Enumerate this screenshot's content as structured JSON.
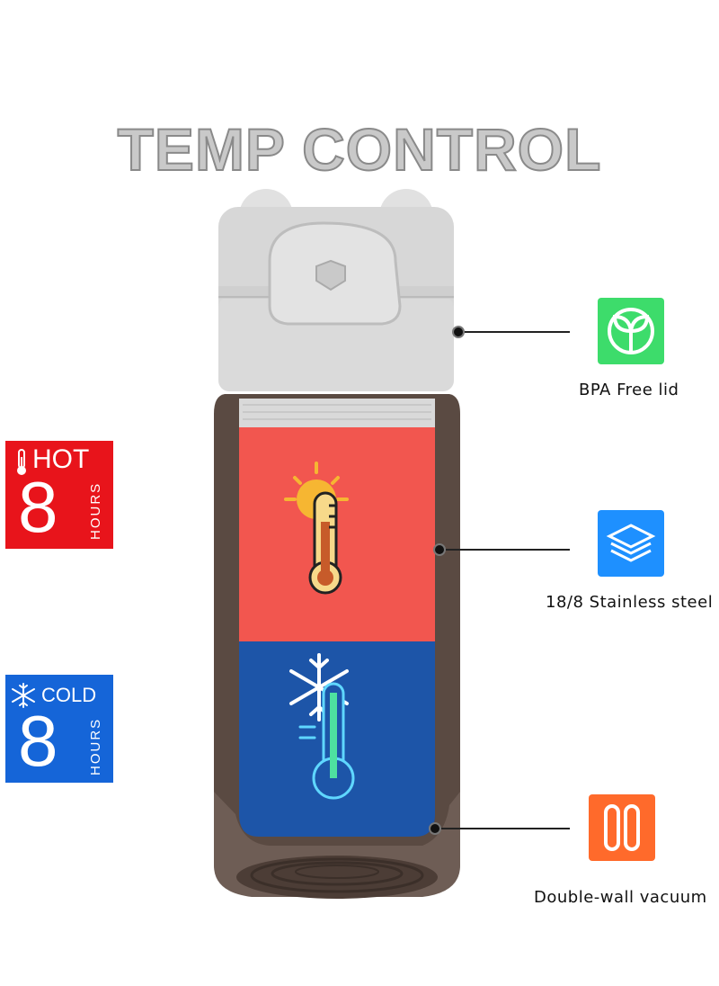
{
  "title": "TEMP CONTROL",
  "badges": {
    "hot": {
      "label": "HOT",
      "number": "8",
      "unit": "HOURS",
      "color": "#e8141b",
      "icon": "thermometer-icon"
    },
    "cold": {
      "label": "COLD",
      "number": "8",
      "unit": "HOURS",
      "color": "#1565d8",
      "icon": "snowflake-icon"
    }
  },
  "features": [
    {
      "label": "BPA Free lid",
      "icon": "sprout-icon",
      "color": "#3ddc6b"
    },
    {
      "label": "18/8 Stainless steel",
      "icon": "layers-icon",
      "color": "#1e90ff"
    },
    {
      "label": "Double-wall vacuum",
      "icon": "double-wall-icon",
      "color": "#ff6a2b"
    }
  ],
  "colors": {
    "bottle_body": "#5a4a42",
    "lid": "#d7d7d7",
    "hot_zone": "#f2564f",
    "cold_zone": "#1d55a8"
  }
}
